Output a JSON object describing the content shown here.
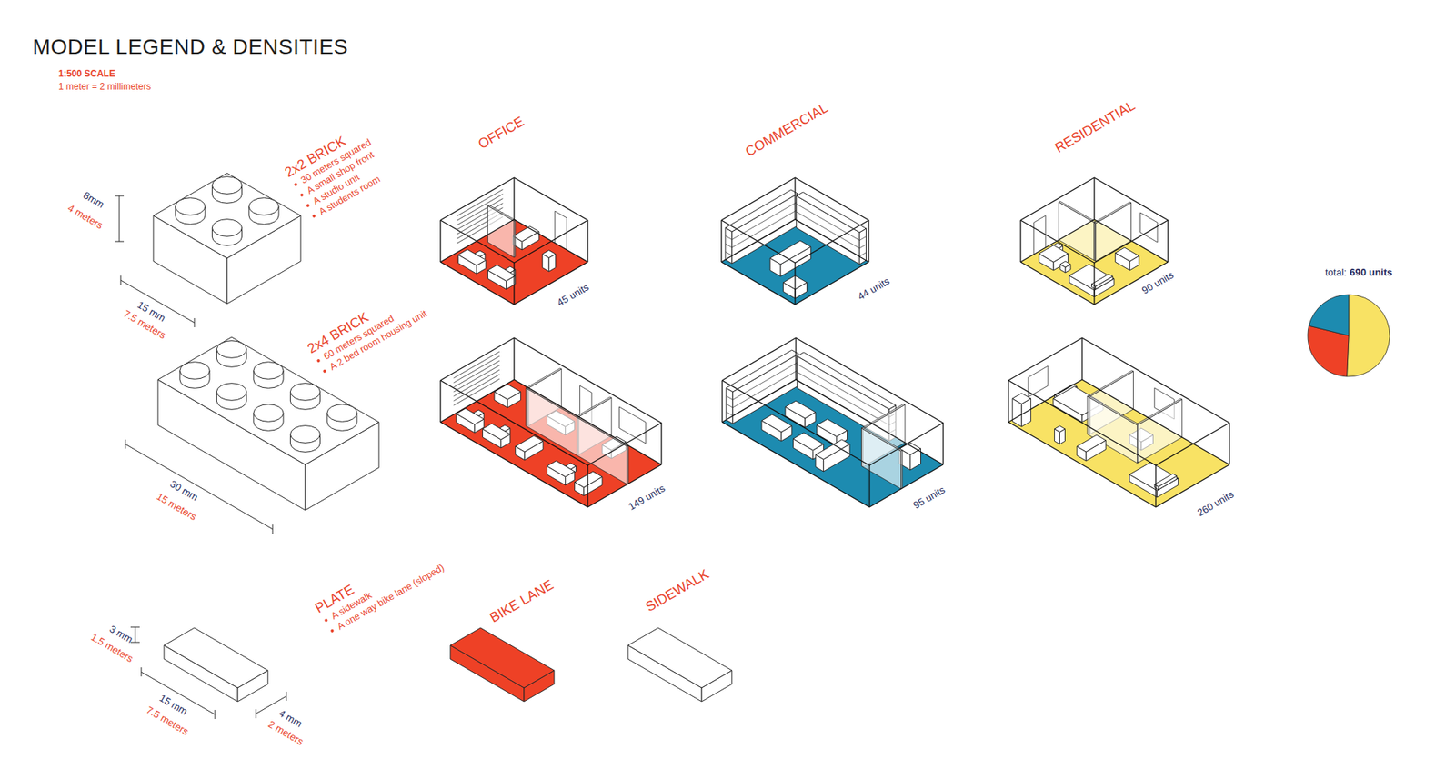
{
  "diagram": {
    "title": "MODEL LEGEND & DENSITIES",
    "labels": [
      "1:500 SCALE",
      "1 meter = 2 millimeters",
      "2x2 BRICK",
      "30 meters squared",
      "A small shop front",
      "A studio unit",
      "A students room",
      "8mm",
      "4 meters",
      "15 mm",
      "7.5 meters",
      "OFFICE",
      "COMMERCIAL",
      "RESIDENTIAL",
      "45 units",
      "44 units",
      "90 units",
      "total:",
      "690 units",
      "2x4 BRICK",
      "60 meters squared",
      "A 2 bed room housing unit",
      "30 mm",
      "15 meters",
      "149 units",
      "95 units",
      "260 units",
      "PLATE",
      "A sidewalk",
      "A one way bike lane (sloped)",
      "3 mm",
      "1.5 meters",
      "15 mm",
      "7.5 meters",
      "4 mm",
      "2 meters",
      "BIKE LANE",
      "SIDEWALK"
    ]
  }
}
